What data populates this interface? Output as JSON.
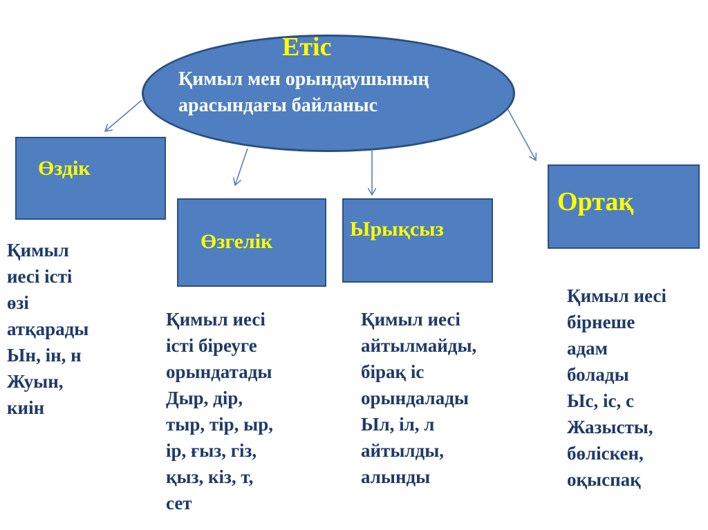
{
  "center": {
    "title": "Етіс",
    "subtitle": "Қимыл мен орындаушының\nарасындағы байланыс"
  },
  "categories": [
    {
      "label": "Өздік",
      "description": "Қимыл\nиесі істі\nөзі\nатқарады\nЫн, ін, н\nЖуын,\nкиін"
    },
    {
      "label": "Өзгелік",
      "description": "Қимыл иесі\nісті біреуге\nорындатады\nДыр, дір,\nтыр, тір, ыр,\nір, ғыз, гіз,\nқыз, кіз, т,\nсет"
    },
    {
      "label": "Ырықсыз",
      "description": "Қимыл иесі\nайтылмайды,\nбірақ іс\nорындалады\nЫл, іл, л\nайтылды,\nалынды"
    },
    {
      "label": "Ортақ",
      "description": "Қимыл иесі\nбірнеше\nадам\nболады\nЫс, іс, с\nЖазысты,\nбөліскен,\nоқыспақ"
    }
  ],
  "colors": {
    "shape_fill": "#4f7fc0",
    "shape_border": "#2a4f82",
    "label_text": "#ffff00",
    "subtitle_text": "#ffffff",
    "description_text": "#1f3a68",
    "arrow": "#5b7fbf"
  }
}
